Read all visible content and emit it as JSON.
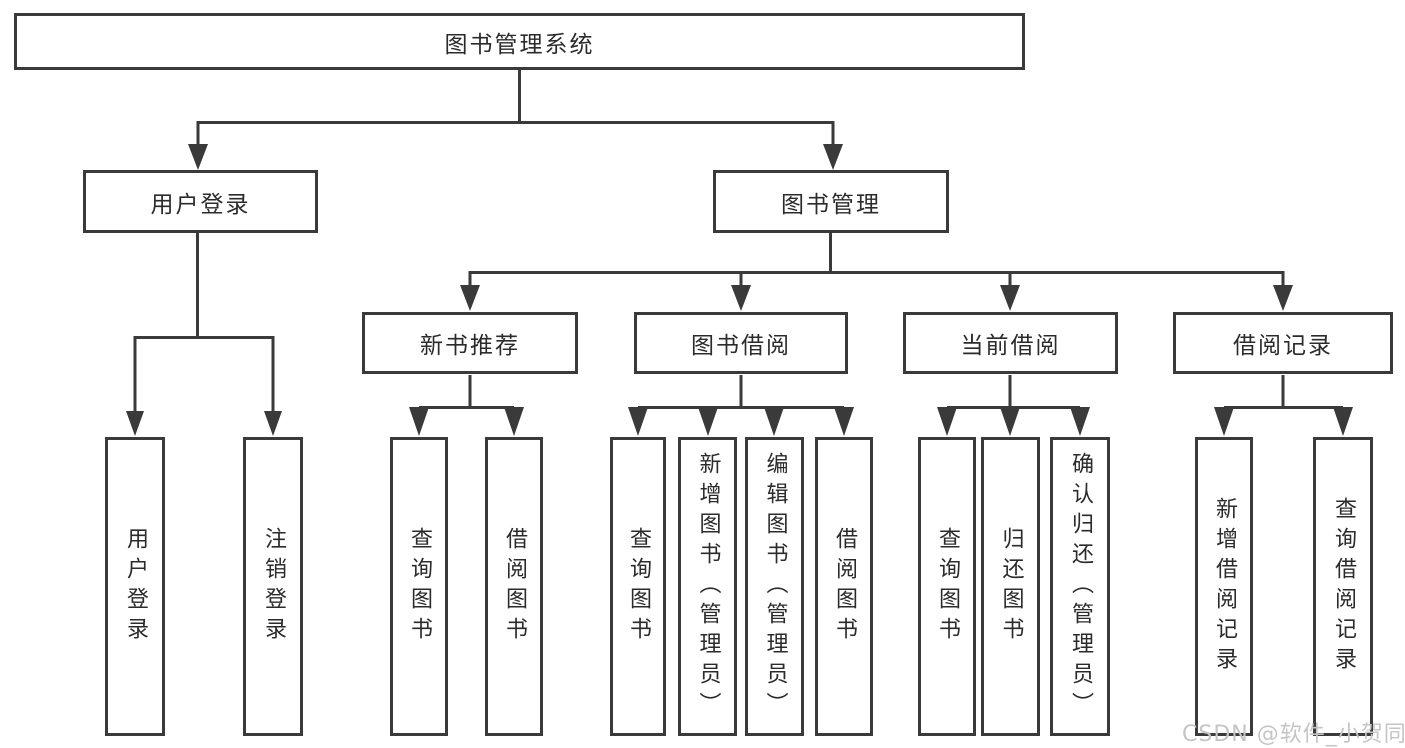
{
  "diagram": {
    "title": "图书管理系统",
    "branches": [
      {
        "label": "用户登录",
        "children": [
          {
            "label": "用户登录"
          },
          {
            "label": "注销登录"
          }
        ]
      },
      {
        "label": "图书管理",
        "children": [
          {
            "label": "新书推荐",
            "children": [
              {
                "label": "查询图书"
              },
              {
                "label": "借阅图书"
              }
            ]
          },
          {
            "label": "图书借阅",
            "children": [
              {
                "label": "查询图书"
              },
              {
                "label": "新增图书（管理员）"
              },
              {
                "label": "编辑图书（管理员）"
              },
              {
                "label": "借阅图书"
              }
            ]
          },
          {
            "label": "当前借阅",
            "children": [
              {
                "label": "查询图书"
              },
              {
                "label": "归还图书"
              },
              {
                "label": "确认归还（管理员）"
              }
            ]
          },
          {
            "label": "借阅记录",
            "children": [
              {
                "label": "新增借阅记录"
              },
              {
                "label": "查询借阅记录"
              }
            ]
          }
        ]
      }
    ]
  },
  "watermark": {
    "text": "CSDN @软件_小贺同学",
    "color": "#c5c5c5"
  },
  "colors": {
    "line": "#3a3a3a",
    "text": "#2b2b2b",
    "box_fill": "#ffffff",
    "background": "#ffffff"
  }
}
